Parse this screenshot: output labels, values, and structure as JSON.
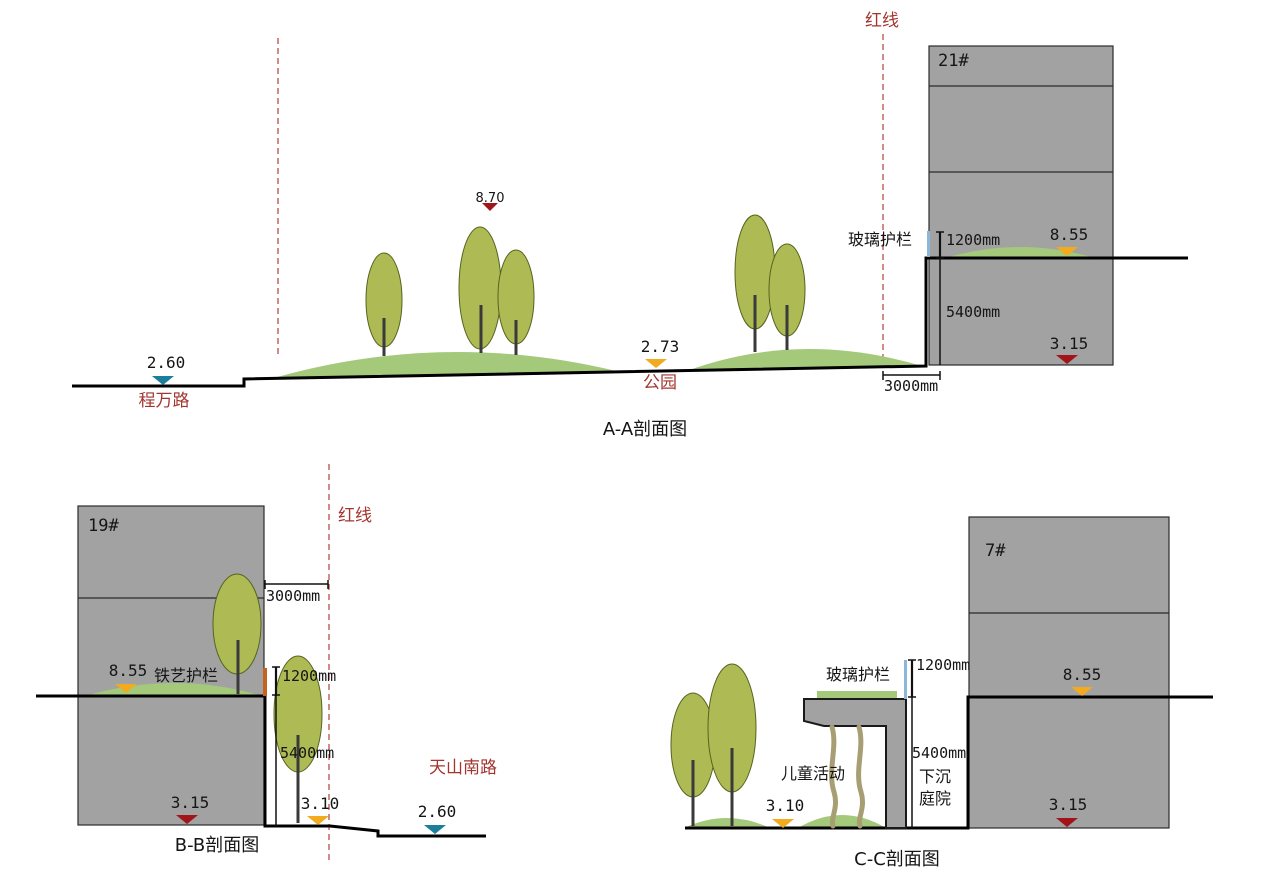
{
  "sections": {
    "aa": {
      "title": "A-A剖面图",
      "red_line": "红线",
      "building": "21#",
      "road": "程万路",
      "park": "公园",
      "railing": "玻璃护栏",
      "dim_railing": "1200mm",
      "dim_floor": "5400mm",
      "dim_setback": "3000mm",
      "elev_road": "2.60",
      "elev_park": "2.73",
      "elev_hill": "8.70",
      "elev_roof": "8.55",
      "elev_basement": "3.15"
    },
    "bb": {
      "title": "B-B剖面图",
      "red_line": "红线",
      "building": "19#",
      "road": "天山南路",
      "railing": "铁艺护栏",
      "dim_railing": "1200mm",
      "dim_floor": "5400mm",
      "dim_setback": "3000mm",
      "elev_roof": "8.55",
      "elev_basement": "3.15",
      "elev_ground": "3.10",
      "elev_road": "2.60"
    },
    "cc": {
      "title": "C-C剖面图",
      "building": "7#",
      "railing": "玻璃护栏",
      "dim_railing": "1200mm",
      "dim_floor": "5400mm",
      "play_area": "儿童活动",
      "sunken_courtyard": [
        "下沉",
        "庭院"
      ],
      "elev_ground": "3.10",
      "elev_roof": "8.55",
      "elev_basement": "3.15"
    }
  },
  "colors": {
    "red_text": "#a3352f",
    "red_line": "#b3403a",
    "marker_teal": "#1b7f9c",
    "marker_orange": "#f2aa1e",
    "marker_red": "#a1151a",
    "tree_crown": "#aebb54",
    "ground_green": "#a5c97a",
    "building_gray": "#a2a2a2",
    "glass_railing": "#8cb7d8",
    "iron_railing": "#c4621e",
    "play_posts": "#a89e73"
  }
}
